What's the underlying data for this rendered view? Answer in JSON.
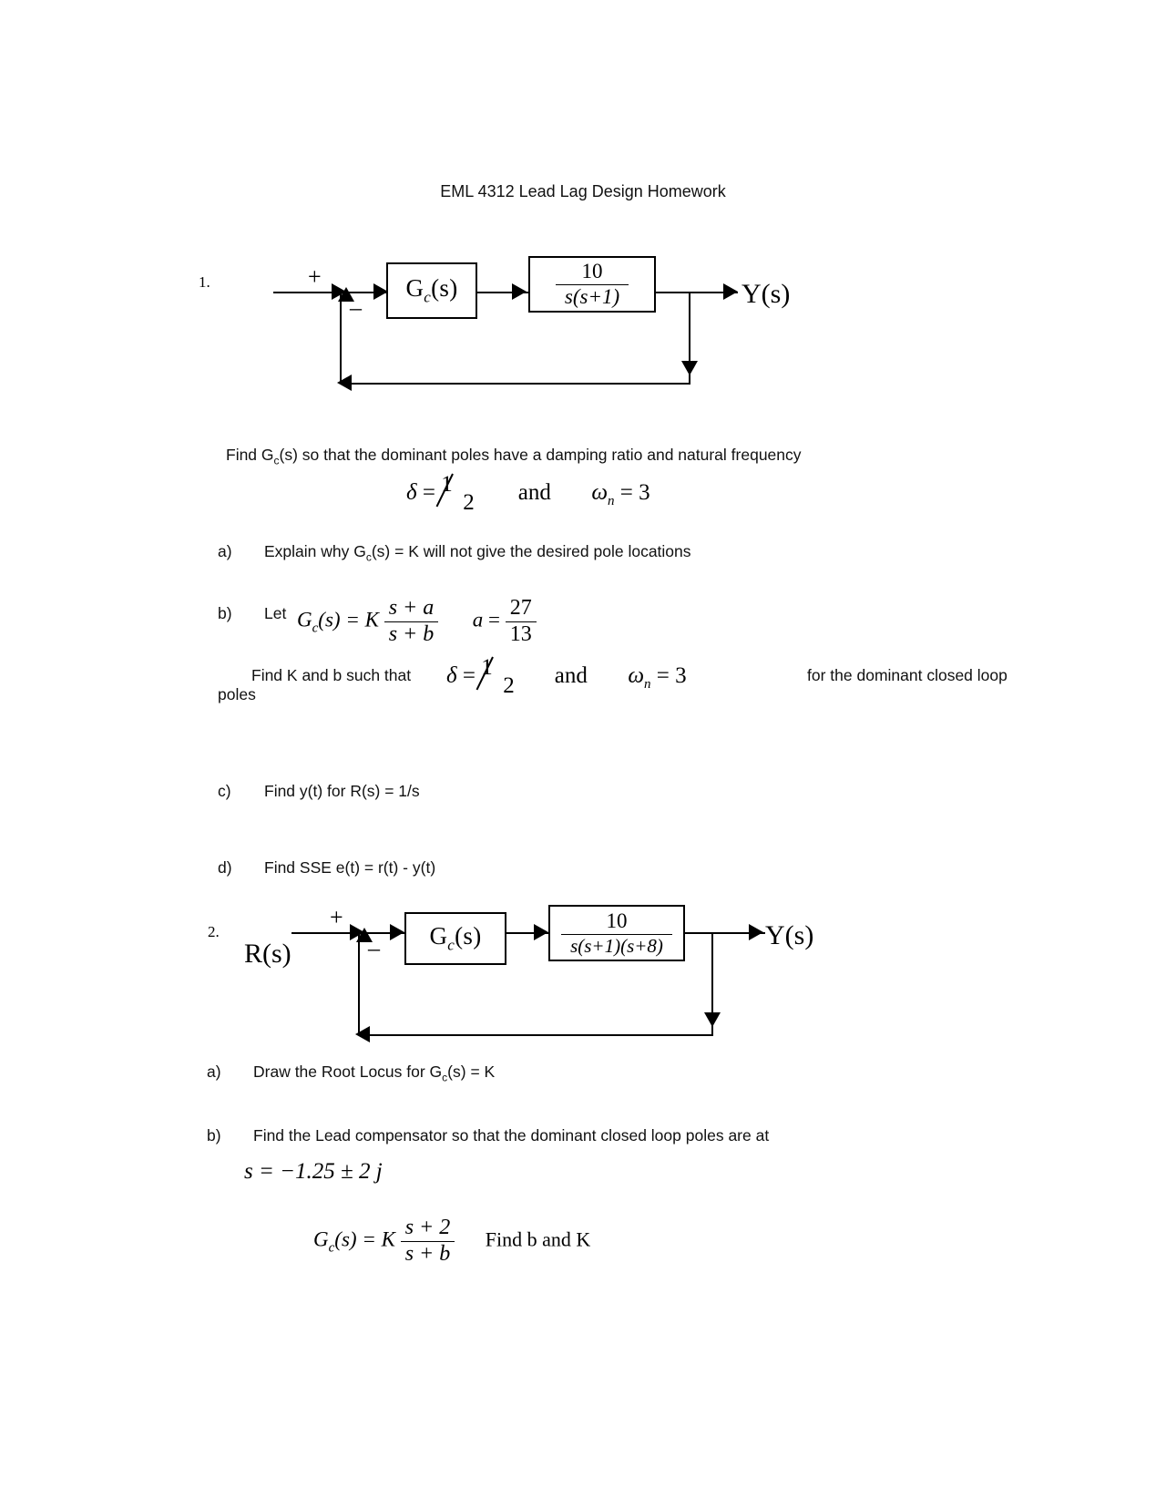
{
  "document": {
    "title": "EML 4312 Lead Lag Design Homework"
  },
  "problem1": {
    "number": "1.",
    "diagram": {
      "plus_sign": "+",
      "minus_sign": "–",
      "controller_label": "G",
      "controller_sub": "c",
      "controller_arg": "(s)",
      "plant_numerator": "10",
      "plant_denominator_s": "s",
      "plant_denominator_rest": "(s+1)",
      "output_label": "Y",
      "output_arg": "(s)"
    },
    "prompt": "Find G",
    "prompt_sub": "c",
    "prompt_rest": "(s) so that the dominant poles have a damping ratio and natural frequency",
    "spec": {
      "delta_symbol": "δ",
      "equals": "=",
      "delta_num": "1",
      "delta_den": "2",
      "and": "and",
      "omega_symbol": "ω",
      "omega_sub": "n",
      "omega_equals": "= 3"
    },
    "parts": [
      {
        "letter": "a)",
        "text_before": "Explain why  G",
        "sub": "c",
        "text_after": "(s) = K will not give the desired pole locations"
      },
      {
        "letter": "b)",
        "let_word": "Let",
        "gc_label": "G",
        "gc_sub": "c",
        "gc_arg": "(s) =",
        "gain": "K",
        "frac_num": "s + a",
        "frac_den": "s + b",
        "a_symbol": "a",
        "a_equals": "=",
        "a_num": "27",
        "a_den": "13",
        "find_text": "Find K and b such that",
        "delta_symbol": "δ",
        "delta_equals": "=",
        "delta_num": "1",
        "delta_den": "2",
        "and": "and",
        "omega_symbol": "ω",
        "omega_sub": "n",
        "omega_equals": "= 3",
        "tail_text": "for the dominant closed loop",
        "tail_text2": "poles"
      },
      {
        "letter": "c)",
        "text": "Find y(t) for R(s) = 1/s"
      },
      {
        "letter": "d)",
        "text": "Find SSE  e(t) = r(t) - y(t)"
      }
    ]
  },
  "problem2": {
    "number": "2.",
    "diagram": {
      "input_label": "R",
      "input_arg": "(s)",
      "plus_sign": "+",
      "minus_sign": "–",
      "controller_label": "G",
      "controller_sub": "c",
      "controller_arg": "(s)",
      "plant_numerator": "10",
      "plant_denominator_s": "s",
      "plant_denominator_rest": "(s+1)(s+8)",
      "output_label": "Y",
      "output_arg": "(s)"
    },
    "parts": [
      {
        "letter": "a)",
        "text_before": "Draw the Root Locus for G",
        "sub": "c",
        "text_after": "(s) = K"
      },
      {
        "letter": "b)",
        "text": "Find the Lead compensator so that the dominant closed loop poles are at",
        "pole_equation": "s = −1.25 ± 2 j",
        "compensator_label": "G",
        "compensator_sub": "c",
        "compensator_arg": "(s) =",
        "compensator_gain": "K",
        "compensator_num": "s + 2",
        "compensator_den": "s + b",
        "find_text": "Find b and K"
      }
    ]
  }
}
